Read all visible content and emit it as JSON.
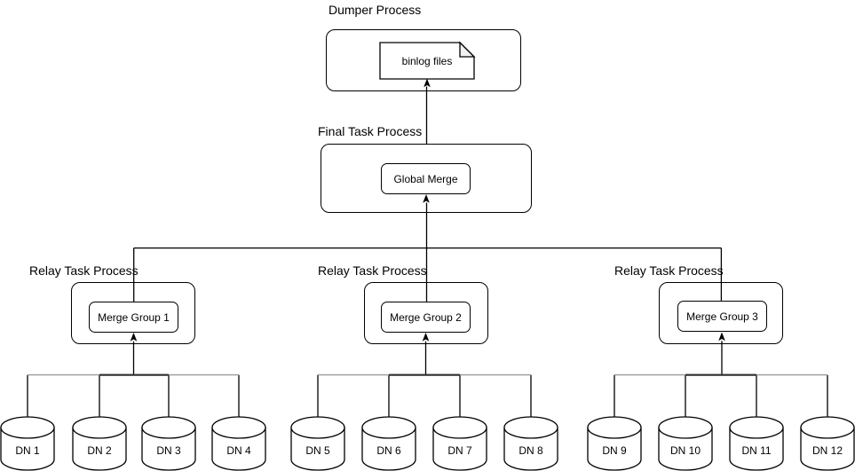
{
  "diagram": {
    "dumper": {
      "label": "Dumper Process",
      "file_label": "binlog files"
    },
    "final_task": {
      "label": "Final Task Process",
      "box_label": "Global Merge"
    },
    "relays": [
      {
        "label": "Relay Task Process",
        "box_label": "Merge Group 1"
      },
      {
        "label": "Relay Task Process",
        "box_label": "Merge Group 2"
      },
      {
        "label": "Relay Task Process",
        "box_label": "Merge Group 3"
      }
    ],
    "data_nodes": [
      {
        "label": "DN 1"
      },
      {
        "label": "DN 2"
      },
      {
        "label": "DN 3"
      },
      {
        "label": "DN 4"
      },
      {
        "label": "DN 5"
      },
      {
        "label": "DN 6"
      },
      {
        "label": "DN 7"
      },
      {
        "label": "DN 8"
      },
      {
        "label": "DN 9"
      },
      {
        "label": "DN 10"
      },
      {
        "label": "DN 11"
      },
      {
        "label": "DN 12"
      }
    ],
    "colors": {
      "stroke": "#000000",
      "background": "#ffffff",
      "note_fold_fill": "#f2f2f2",
      "bus_line_gray": "#8a8a8a",
      "bus_overlap_dark": "#2e2e2e"
    }
  }
}
